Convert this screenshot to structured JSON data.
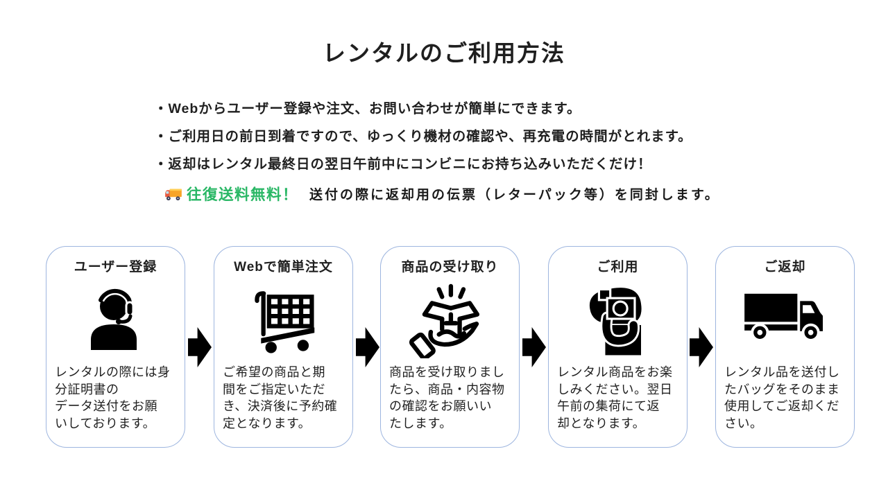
{
  "page": {
    "title": "レンタルのご利用方法"
  },
  "intro": {
    "bullets": [
      "・Webからユーザー登録や注文、お問い合わせが簡単にできます。",
      "・ご利用日の前日到着ですので、ゆっくり機材の確認や、再充電の時間がとれます。",
      "・返却はレンタル最終日の翌日午前中にコンビニにお持ち込みいただくだけ！"
    ],
    "promo": {
      "truck_icon": "delivery-truck-emoji",
      "highlight": "往復送料無料！",
      "rest": "送付の際に返却用の伝票（レターパック等）を同封します。"
    }
  },
  "steps": [
    {
      "title": "ユーザー登録",
      "icon": "support-agent-icon",
      "desc": "レンタルの際には身\n分証明書の\nデータ送付をお願\nいしております。"
    },
    {
      "title": "Webで簡単注文",
      "icon": "shopping-cart-icon",
      "desc": "ご希望の商品と期\n間をご指定いただ\nき、決済後に予約確\n定となります。"
    },
    {
      "title": "商品の受け取り",
      "icon": "receive-package-icon",
      "desc": "商品を受け取りまし\nたら、商品・内容物\nの確認をお願いい\nたします。"
    },
    {
      "title": "ご利用",
      "icon": "camera-user-icon",
      "desc": "レンタル商品をお楽\nしみください。翌日\n午前の集荷にて返\n却となります。"
    },
    {
      "title": "ご返却",
      "icon": "delivery-truck-icon",
      "desc": "レンタル品を送付し\nたバッグをそのまま\n使用してご返却くだ\nさい。"
    }
  ],
  "colors": {
    "highlight_green": "#29B765",
    "card_border": "#9DB5DF",
    "arrow_black": "#000000",
    "icon_black": "#000000",
    "text": "#1F1F1F"
  }
}
